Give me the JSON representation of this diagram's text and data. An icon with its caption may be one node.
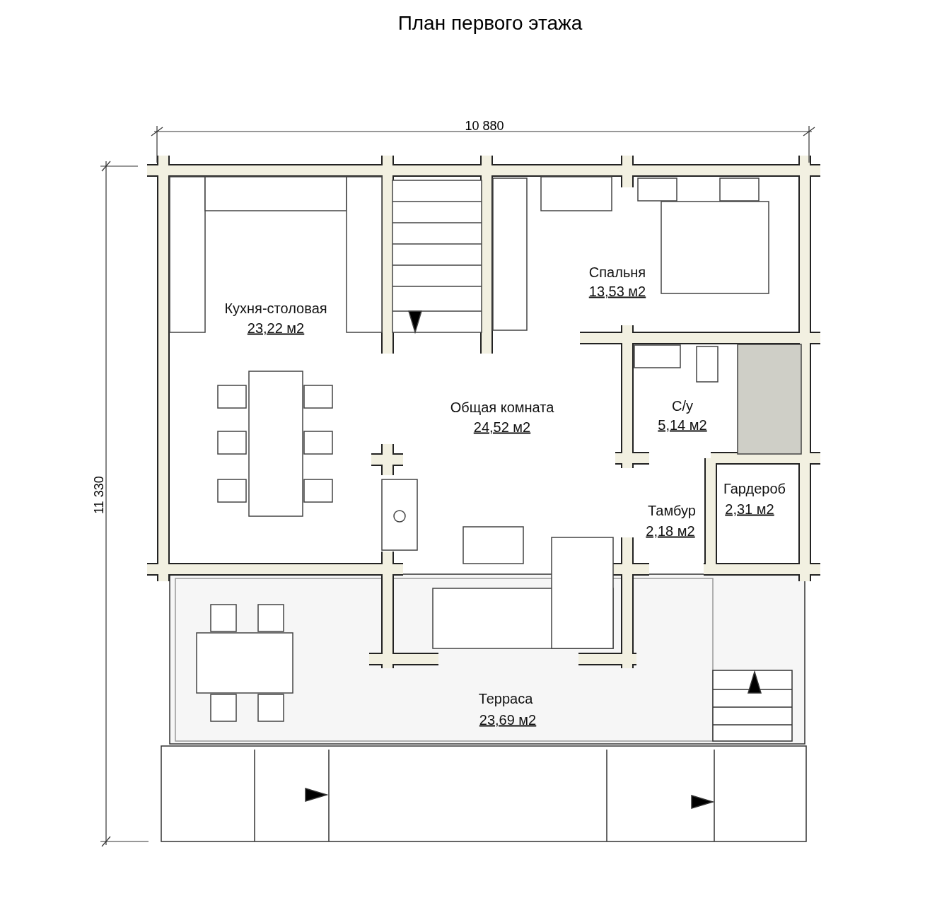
{
  "diagram": {
    "title": "План первого этажа",
    "nodes": [
      {
        "text": [
          "Кухня-столовая",
          "23,22 м2"
        ]
      },
      {
        "text": [
          "Спальня",
          "13,53 м2"
        ]
      },
      {
        "text": [
          "Общая комната",
          "24,52 м2"
        ]
      },
      {
        "text": [
          "С/у",
          "5,14 м2"
        ]
      },
      {
        "text": [
          "Гардероб",
          "2,31 м2"
        ]
      },
      {
        "text": [
          "Тамбур",
          "2,18 м2"
        ]
      },
      {
        "text": [
          "Терраса",
          "23,69 м2"
        ]
      }
    ],
    "labels": [
      "10 880",
      "11 330"
    ]
  }
}
